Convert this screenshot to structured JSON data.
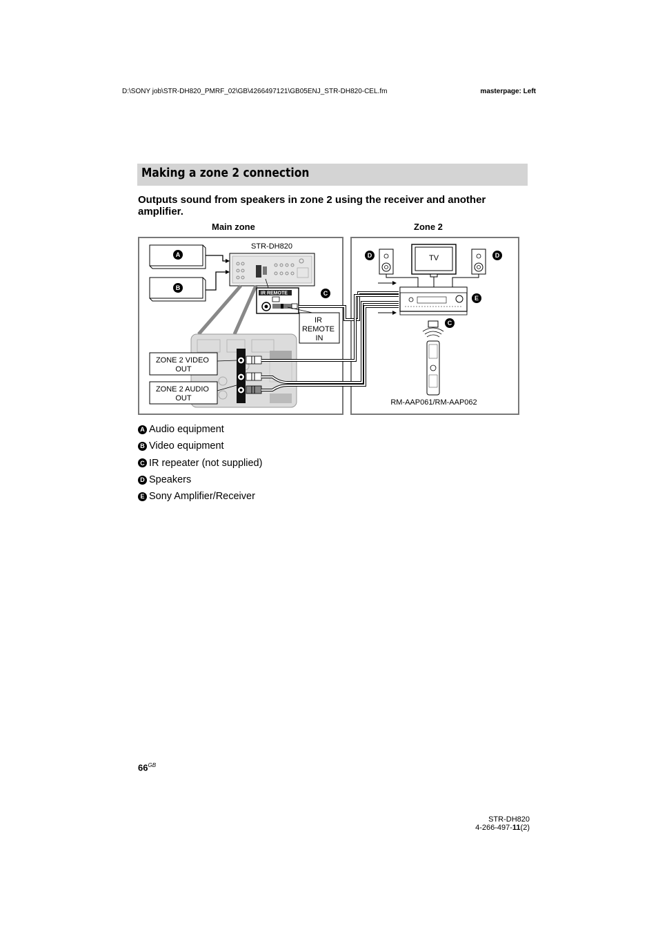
{
  "header": {
    "file_path": "D:\\SONY job\\STR-DH820_PMRF_02\\GB\\4266497121\\GB05ENJ_STR-DH820-CEL.fm",
    "masterpage": "masterpage: Left"
  },
  "section_title": "Making a zone 2 connection",
  "intro": "Outputs sound from speakers in zone 2 using the receiver and another amplifier.",
  "diagram": {
    "main_zone_label": "Main zone",
    "zone2_label": "Zone 2",
    "receiver_label": "STR-DH820",
    "ir_remote_plate": "IR REMOTE",
    "ir_remote_in_lines": [
      "IR",
      "REMOTE",
      "IN"
    ],
    "zone2_video_out_lines": [
      "ZONE 2 VIDEO",
      "OUT"
    ],
    "zone2_audio_out_lines": [
      "ZONE 2 AUDIO",
      "OUT"
    ],
    "tv_label": "TV",
    "remote_label": "RM-AAP061/RM-AAP062",
    "markers": [
      "A",
      "B",
      "C",
      "D",
      "E"
    ]
  },
  "legend": [
    {
      "key": "A",
      "label": "Audio equipment"
    },
    {
      "key": "B",
      "label": "Video equipment"
    },
    {
      "key": "C",
      "label": "IR repeater (not supplied)"
    },
    {
      "key": "D",
      "label": "Speakers"
    },
    {
      "key": "E",
      "label": "Sony Amplifier/Receiver"
    }
  ],
  "page": {
    "number": "66",
    "suffix": "GB"
  },
  "footer": {
    "model": "STR-DH820",
    "code_prefix": "4-266-497-",
    "code_bold": "11",
    "code_suffix": "(2)"
  }
}
